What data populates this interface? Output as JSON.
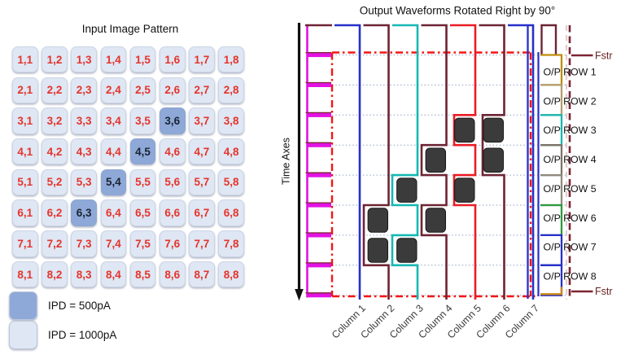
{
  "left_panel": {
    "title": "Input Image Pattern",
    "grid": {
      "rows": [
        [
          "1,1",
          "1,2",
          "1,3",
          "1,4",
          "1,5",
          "1,6",
          "1,7",
          "1,8"
        ],
        [
          "2,1",
          "2,2",
          "2,3",
          "2,4",
          "2,5",
          "2,6",
          "2,7",
          "2,8"
        ],
        [
          "3,1",
          "3,2",
          "3,3",
          "3,4",
          "3,5",
          "3,6",
          "3,7",
          "3,8"
        ],
        [
          "4,1",
          "4,2",
          "4,3",
          "4,4",
          "4,5",
          "4,6",
          "4,7",
          "4,8"
        ],
        [
          "5,1",
          "5,2",
          "5,3",
          "5,4",
          "5,5",
          "5,6",
          "5,7",
          "5,8"
        ],
        [
          "6,1",
          "6,2",
          "6,3",
          "6,4",
          "6,5",
          "6,6",
          "6,7",
          "6,8"
        ],
        [
          "7,1",
          "7,2",
          "7,3",
          "7,4",
          "7,5",
          "7,6",
          "7,7",
          "7,8"
        ],
        [
          "8,1",
          "8,2",
          "8,3",
          "8,4",
          "8,5",
          "8,6",
          "8,7",
          "8,8"
        ]
      ],
      "highlighted": [
        [
          3,
          6
        ],
        [
          4,
          5
        ],
        [
          5,
          4
        ],
        [
          6,
          3
        ]
      ],
      "cell_color": "#dee7f3",
      "highlight_color": "#8ea9d8",
      "label_color": "#e6342c",
      "highlight_label_color": "#1a2433"
    },
    "legend": [
      {
        "label": "IPD = 500pA",
        "swatch_color": "#8ea9d8"
      },
      {
        "label": "IPD = 1000pA",
        "swatch_color": "#dee7f3"
      }
    ]
  },
  "right_panel": {
    "title": "Output Waveforms Rotated Right by 90°",
    "time_axis_label": "Time Axes",
    "fstr_top_label": "Fstr",
    "fstr_bottom_label": "Fstr",
    "frame_color": "#f31515",
    "magenta_color": "#e213e2",
    "magenta_edge_color": "#7c2433",
    "gridline_color": "#96a6c6",
    "axis_color": "#111111",
    "square_color": "#3b3b3b",
    "fstr_line_color": "#7b2433",
    "fstr_text_color": "#6b2020",
    "pale_dash_color": "#e3cfcf",
    "bottom_orange_color": "#cc8a12",
    "columns": [
      {
        "label": "Column 1",
        "color": "#2730c8",
        "pulse_rows": []
      },
      {
        "label": "Column 2",
        "color": "#6e2434",
        "pulse_rows": [
          6,
          7
        ]
      },
      {
        "label": "Column 3",
        "color": "#17b8b4",
        "pulse_rows": [
          5,
          7
        ]
      },
      {
        "label": "Column 4",
        "color": "#6e2434",
        "pulse_rows": [
          4,
          6
        ]
      },
      {
        "label": "Column 5",
        "color": "#ea1c24",
        "pulse_rows": [
          3,
          5
        ]
      },
      {
        "label": "Column 6",
        "color": "#6e2434",
        "pulse_rows": [
          3,
          4
        ]
      },
      {
        "label": "Column 7",
        "color": "#2730c8",
        "pulse_rows": []
      }
    ],
    "spike_squares": [
      {
        "row": 3,
        "col": 5
      },
      {
        "row": 3,
        "col": 6
      },
      {
        "row": 4,
        "col": 4
      },
      {
        "row": 4,
        "col": 6
      },
      {
        "row": 5,
        "col": 3
      },
      {
        "row": 5,
        "col": 5
      },
      {
        "row": 6,
        "col": 2
      },
      {
        "row": 6,
        "col": 4
      },
      {
        "row": 7,
        "col": 2
      },
      {
        "row": 7,
        "col": 3
      }
    ],
    "output_rows": [
      {
        "label": "O/P ROW 1",
        "color": "#bf8d0d"
      },
      {
        "label": "O/P ROW 2",
        "color": "#b49d6e"
      },
      {
        "label": "O/P ROW 3",
        "color": "#1ab6b0"
      },
      {
        "label": "O/P ROW 4",
        "color": "#7d7468"
      },
      {
        "label": "O/P ROW 5",
        "color": "#8f8a7c"
      },
      {
        "label": "O/P ROW 6",
        "color": "#2c9a3c"
      },
      {
        "label": "O/P ROW 7",
        "color": "#2730c8"
      },
      {
        "label": "O/P ROW 8",
        "color": "#2730c8"
      }
    ]
  }
}
